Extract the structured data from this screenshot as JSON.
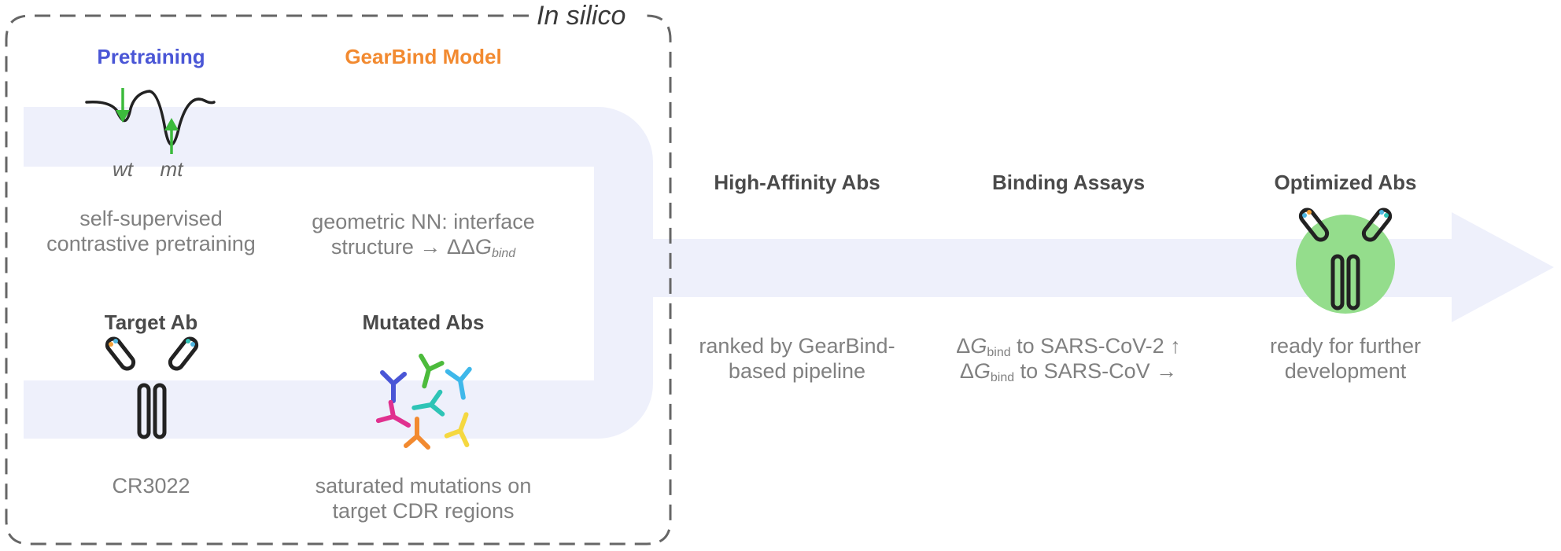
{
  "frame_label": "In silico",
  "pretraining": {
    "title": "Pretraining",
    "well_labels": [
      "wt",
      "mt"
    ],
    "desc_line1": "self-supervised",
    "desc_line2": "contrastive pretraining"
  },
  "gearbind": {
    "title": "GearBind Model",
    "desc_line1": "geometric NN: interface",
    "desc_line2_prefix": "structure → ΔΔ",
    "desc_symbol": "G",
    "desc_subscript": "bind"
  },
  "target": {
    "title": "Target Ab",
    "caption": "CR3022"
  },
  "mutated": {
    "title": "Mutated Abs",
    "desc_line1": "saturated mutations on",
    "desc_line2": "target CDR regions"
  },
  "high_affinity": {
    "title": "High-Affinity Abs",
    "desc_line1": "ranked by GearBind-",
    "desc_line2": "based pipeline"
  },
  "assays": {
    "title": "Binding Assays",
    "line1_delta": "Δ",
    "line1_symbol": "G",
    "line1_subscript": "bind",
    "line1_text": " to SARS-CoV-2 ↑",
    "line2_delta": "Δ",
    "line2_symbol": "G",
    "line2_subscript": "bind",
    "line2_text": " to SARS-CoV →"
  },
  "optimized": {
    "title": "Optimized Abs",
    "desc_line1": "ready for further",
    "desc_line2": "development"
  },
  "colors": {
    "pretraining": "#4a56d6",
    "gearbind": "#f28a30",
    "arrow_fill": "#eef0fb",
    "frame": "#666666",
    "green_arrow": "#3cba3c",
    "optimized_circle": "#94dd8c",
    "antibody_outline": "#222222",
    "cdr_blue": "#4fb6e0",
    "cdr_orange": "#f2a13a",
    "cdr_pink": "#e06aa6",
    "cdr_teal": "#2ec4b6",
    "mutant_colors": [
      "#4a56d6",
      "#4cbb3c",
      "#3fb8ea",
      "#e0318f",
      "#2ec4b6",
      "#f28a30",
      "#f5d840"
    ]
  }
}
